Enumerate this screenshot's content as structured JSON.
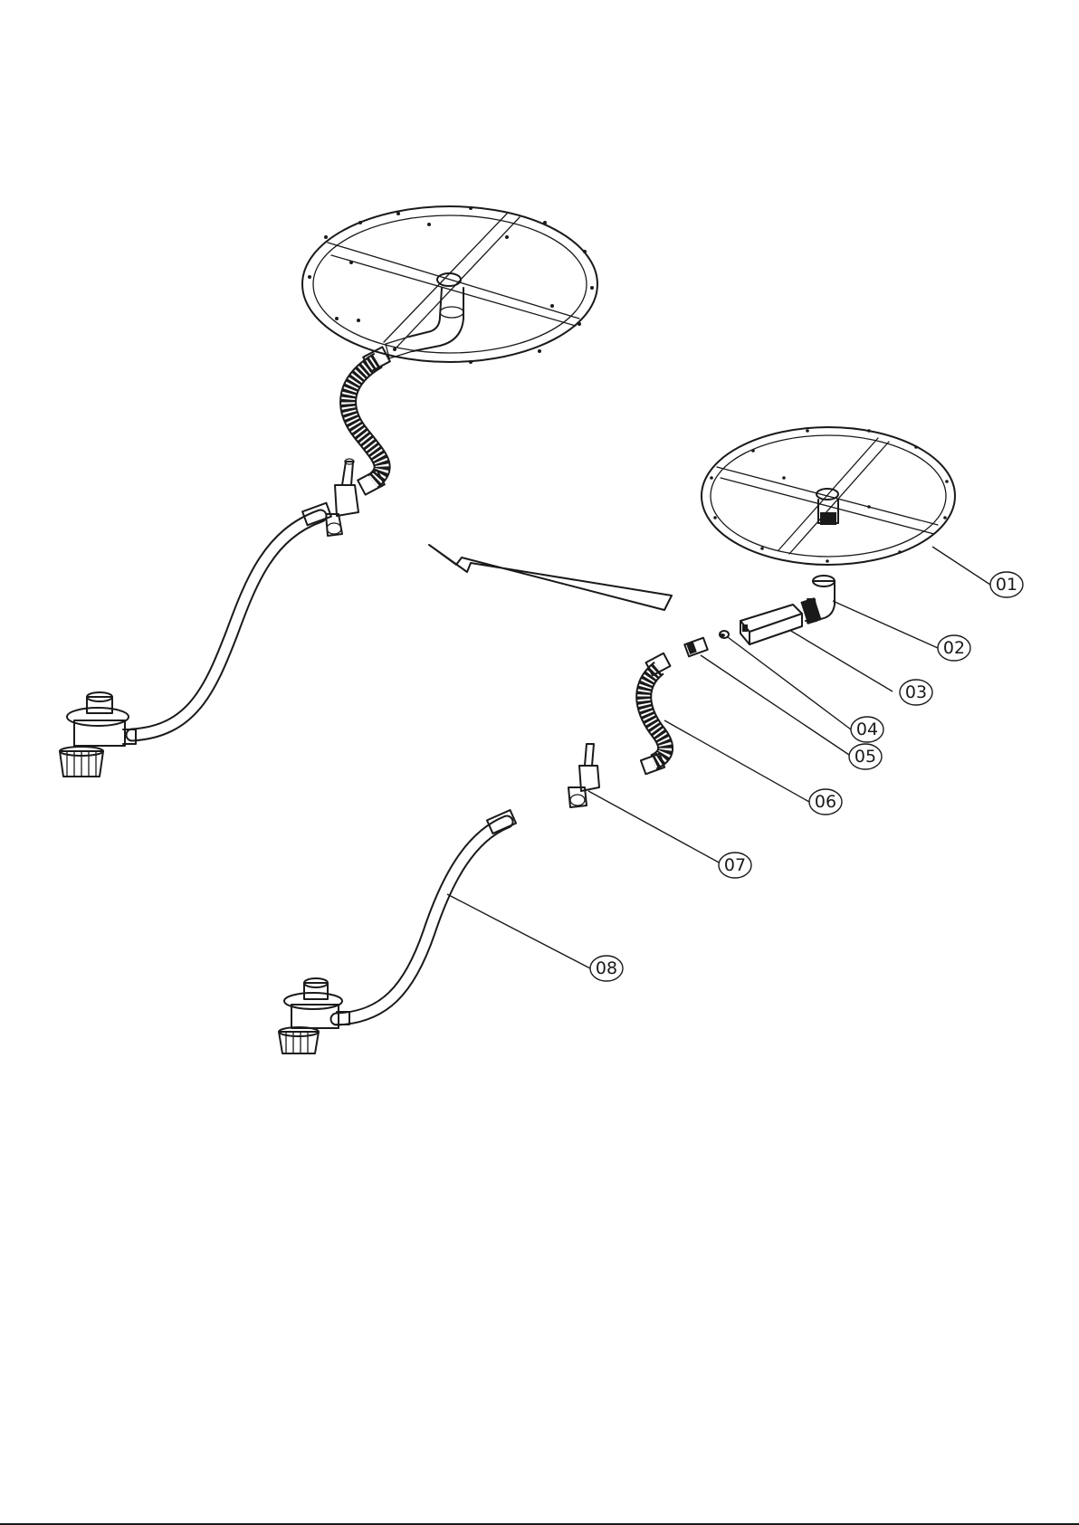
{
  "diagram": {
    "callouts": [
      {
        "id": "01",
        "label": "01"
      },
      {
        "id": "02",
        "label": "02"
      },
      {
        "id": "03",
        "label": "03"
      },
      {
        "id": "04",
        "label": "04"
      },
      {
        "id": "05",
        "label": "05"
      },
      {
        "id": "06",
        "label": "06"
      },
      {
        "id": "07",
        "label": "07"
      },
      {
        "id": "08",
        "label": "08"
      }
    ],
    "arrow": {
      "direction": "left",
      "meaning": "assembly-direction"
    },
    "colors": {
      "line": "#1a1a1a",
      "background": "#ffffff"
    }
  }
}
